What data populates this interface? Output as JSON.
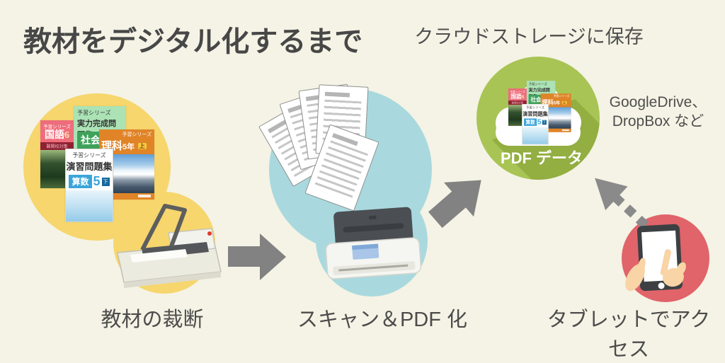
{
  "title": "教材をデジタル化するまで",
  "flow": {
    "step1_label": "教材の裁断",
    "step2_label": "スキャン＆PDF 化",
    "step3_heading": "クラウドストレージに保存",
    "step3_badge": "PDF データ",
    "step3_note_line1": "GoogleDrive、",
    "step3_note_line2": "DropBox など",
    "step4_label": "タブレットでアクセス"
  },
  "books": {
    "kokugo": {
      "series": "予習シリーズ",
      "subject": "国語",
      "grade": "6",
      "band": "難関校対策"
    },
    "jitsuryoku": {
      "series": "予習シリーズ",
      "title": "実力完成問題集",
      "subject": "社会"
    },
    "rika": {
      "series": "予習シリーズ",
      "subject": "理科",
      "grade": "5年",
      "volume": "上"
    },
    "enshu": {
      "series": "予習シリーズ",
      "title": "演習問題集",
      "subject": "算数",
      "grade": "5",
      "volume": "下"
    }
  },
  "colors": {
    "background": "#f4f3e5",
    "text_dark": "#4a4a4a",
    "yellow_circle": "#f6d66d",
    "blue_circle": "#a9d9de",
    "green_circle": "#a8c455",
    "green_shadow": "#93ae41",
    "red_circle": "#e0646a",
    "arrow_gray": "#828282",
    "cloud_white": "#ffffff"
  },
  "icons": {
    "cutter_icon": "paper-cutter",
    "papers_icon": "document-stack",
    "scanner_icon": "document-scanner",
    "cloud_icon": "cloud",
    "tablet_icon": "tablet-with-hands",
    "arrow_icon": "solid-flow-arrow",
    "dashed_arrow_icon": "dashed-access-arrow"
  }
}
